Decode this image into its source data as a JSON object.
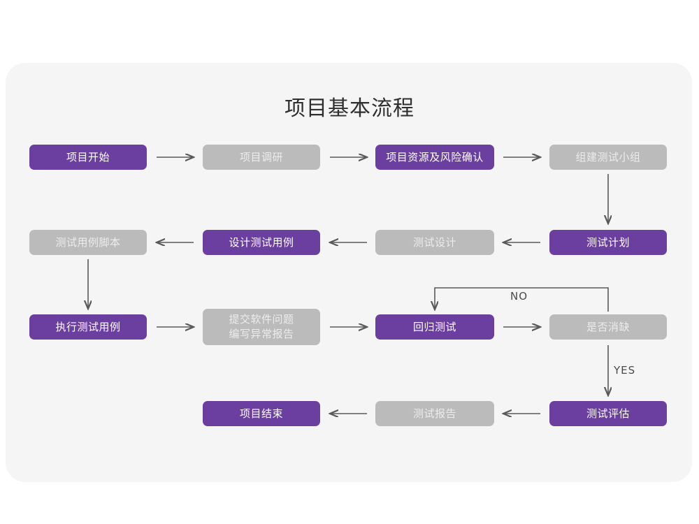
{
  "title": "项目基本流程",
  "colors": {
    "purple": "#6b3fa0",
    "gray": "#bbbbbb",
    "card_bg": "#f5f5f5",
    "page_bg": "#ffffff",
    "line": "#595959",
    "title_text": "#2f2f2f"
  },
  "chart_data": {
    "type": "diagram",
    "title": "项目基本流程",
    "nodes": [
      {
        "id": "n1",
        "label": "项目开始",
        "style": "purple",
        "row": 1,
        "col": 1
      },
      {
        "id": "n2",
        "label": "项目调研",
        "style": "gray",
        "row": 1,
        "col": 2
      },
      {
        "id": "n3",
        "label": "项目资源及风险确认",
        "style": "purple",
        "row": 1,
        "col": 3
      },
      {
        "id": "n4",
        "label": "组建测试小组",
        "style": "gray",
        "row": 1,
        "col": 4
      },
      {
        "id": "n5",
        "label": "测试用例脚本",
        "style": "gray",
        "row": 2,
        "col": 1
      },
      {
        "id": "n6",
        "label": "设计测试用例",
        "style": "purple",
        "row": 2,
        "col": 2
      },
      {
        "id": "n7",
        "label": "测试设计",
        "style": "gray",
        "row": 2,
        "col": 3
      },
      {
        "id": "n8",
        "label": "测试计划",
        "style": "purple",
        "row": 2,
        "col": 4
      },
      {
        "id": "n9",
        "label": "执行测试用例",
        "style": "purple",
        "row": 3,
        "col": 1
      },
      {
        "id": "n10",
        "label": "提交软件问题\n编写异常报告",
        "style": "gray",
        "row": 3,
        "col": 2
      },
      {
        "id": "n11",
        "label": "回归测试",
        "style": "purple",
        "row": 3,
        "col": 3
      },
      {
        "id": "n12",
        "label": "是否消缺",
        "style": "gray",
        "row": 3,
        "col": 4
      },
      {
        "id": "n13",
        "label": "项目结束",
        "style": "purple",
        "row": 4,
        "col": 2
      },
      {
        "id": "n14",
        "label": "测试报告",
        "style": "gray",
        "row": 4,
        "col": 3
      },
      {
        "id": "n15",
        "label": "测试评估",
        "style": "purple",
        "row": 4,
        "col": 4
      }
    ],
    "edges": [
      {
        "from": "n1",
        "to": "n2",
        "direction": "right",
        "label": ""
      },
      {
        "from": "n2",
        "to": "n3",
        "direction": "right",
        "label": ""
      },
      {
        "from": "n3",
        "to": "n4",
        "direction": "right",
        "label": ""
      },
      {
        "from": "n4",
        "to": "n8",
        "direction": "down",
        "label": ""
      },
      {
        "from": "n8",
        "to": "n7",
        "direction": "left",
        "label": ""
      },
      {
        "from": "n7",
        "to": "n6",
        "direction": "left",
        "label": ""
      },
      {
        "from": "n6",
        "to": "n5",
        "direction": "left",
        "label": ""
      },
      {
        "from": "n5",
        "to": "n9",
        "direction": "down",
        "label": ""
      },
      {
        "from": "n9",
        "to": "n10",
        "direction": "right",
        "label": ""
      },
      {
        "from": "n10",
        "to": "n11",
        "direction": "right",
        "label": ""
      },
      {
        "from": "n11",
        "to": "n12",
        "direction": "right",
        "label": ""
      },
      {
        "from": "n12",
        "to": "n11",
        "direction": "loop-up-left",
        "label": "NO"
      },
      {
        "from": "n12",
        "to": "n15",
        "direction": "down",
        "label": "YES"
      },
      {
        "from": "n15",
        "to": "n14",
        "direction": "left",
        "label": ""
      },
      {
        "from": "n14",
        "to": "n13",
        "direction": "left",
        "label": ""
      }
    ],
    "edge_labels": [
      {
        "id": "no-label",
        "text": "NO"
      },
      {
        "id": "yes-label",
        "text": "YES"
      }
    ]
  }
}
